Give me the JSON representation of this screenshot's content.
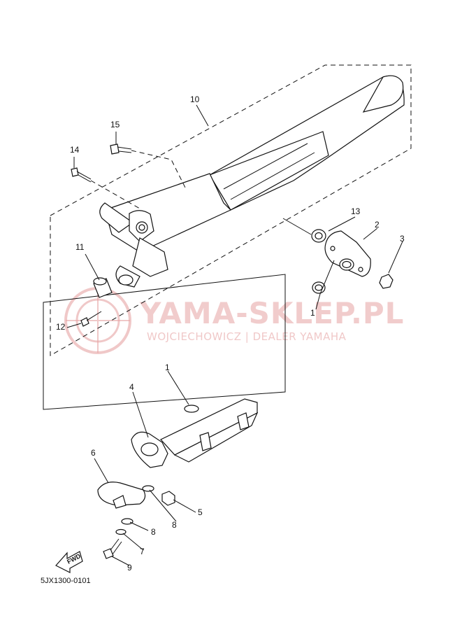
{
  "diagram": {
    "reference_code": "5JX1300-0101",
    "fwd_label": "FWD",
    "callouts": {
      "p1_upper": "1",
      "p1_lower": "1",
      "p2": "2",
      "p3": "3",
      "p4": "4",
      "p5": "5",
      "p6": "6",
      "p7": "7",
      "p8_upper": "8",
      "p8_lower": "8",
      "p9": "9",
      "p10": "10",
      "p11": "11",
      "p12": "12",
      "p13": "13",
      "p14": "14",
      "p15": "15"
    }
  },
  "watermark": {
    "title": "YAMA-SKLEP.PL",
    "subtitle": "WOJCIECHOWICZ | DEALER YAMAHA",
    "color": "#e6a3a3"
  }
}
